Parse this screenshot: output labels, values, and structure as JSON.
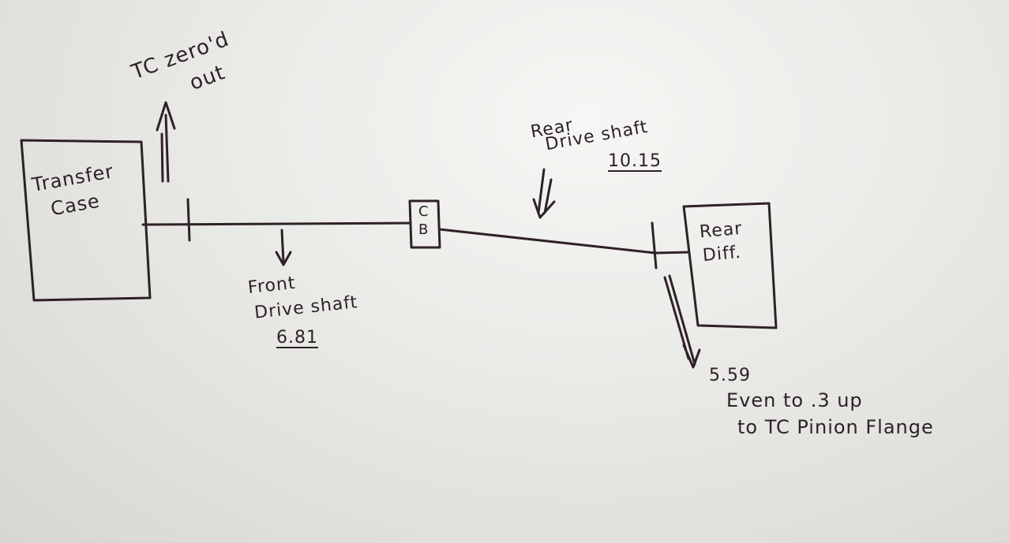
{
  "transfer_case": {
    "line1": "Transfer",
    "line2": "Case"
  },
  "tc_note": {
    "line1": "TC zero'd",
    "line2": "out"
  },
  "carrier_bearing": {
    "line1": "C",
    "line2": "B"
  },
  "rear_diff": {
    "line1": "Rear",
    "line2": "Diff."
  },
  "front_driveshaft": {
    "line1": "Front",
    "line2": "Drive shaft",
    "value": "6.81"
  },
  "rear_driveshaft": {
    "line1": "Rear",
    "line2": "Drive shaft",
    "value": "10.15"
  },
  "pinion_note": {
    "value": "5.59",
    "line1": "Even to .3 up",
    "line2": "to TC Pinion Flange"
  }
}
